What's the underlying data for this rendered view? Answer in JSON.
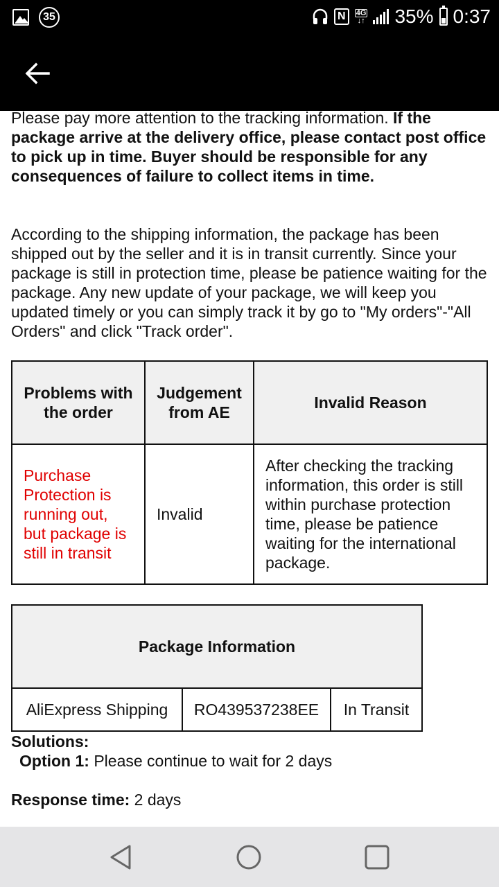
{
  "status_bar": {
    "notification_count": "35",
    "network": "4G",
    "battery": "35%",
    "battery_level": 0.35,
    "time": "0:37"
  },
  "intro": {
    "plain": "Please pay more attention to the tracking information. ",
    "bold": "If the package arrive at the delivery office, please contact post office to pick up in time. Buyer should be responsible for any consequences of failure to collect items in time."
  },
  "paragraph": "According to the shipping information, the package has been shipped out by the seller and it is in transit currently. Since your package is still in protection time, please be patience waiting for the package. Any new update of your package, we will keep you updated timely or you can simply track it by go to \"My orders\"-\"All Orders\" and click \"Track order\".",
  "judgement_table": {
    "headers": [
      "Problems with the order",
      "Judgement from AE",
      "Invalid Reason"
    ],
    "row": {
      "problem": "Purchase Protection is running out, but package is still in transit",
      "judgement": "Invalid",
      "reason": "After checking the tracking information, this order is still within purchase protection time, please be patience waiting for the international package."
    }
  },
  "package_table": {
    "header": "Package Information",
    "carrier": "AliExpress Shipping",
    "tracking_number": "RO439537238EE",
    "status": "In Transit"
  },
  "solutions": {
    "title": "Solutions:",
    "option_label": "Option 1:",
    "option_text": " Please continue to wait for 2 days"
  },
  "response": {
    "label": "Response time:",
    "value": " 2 days"
  },
  "colors": {
    "bar": "#000000",
    "problem_text": "#e00000",
    "nav_bar": "#e5e5e7"
  }
}
